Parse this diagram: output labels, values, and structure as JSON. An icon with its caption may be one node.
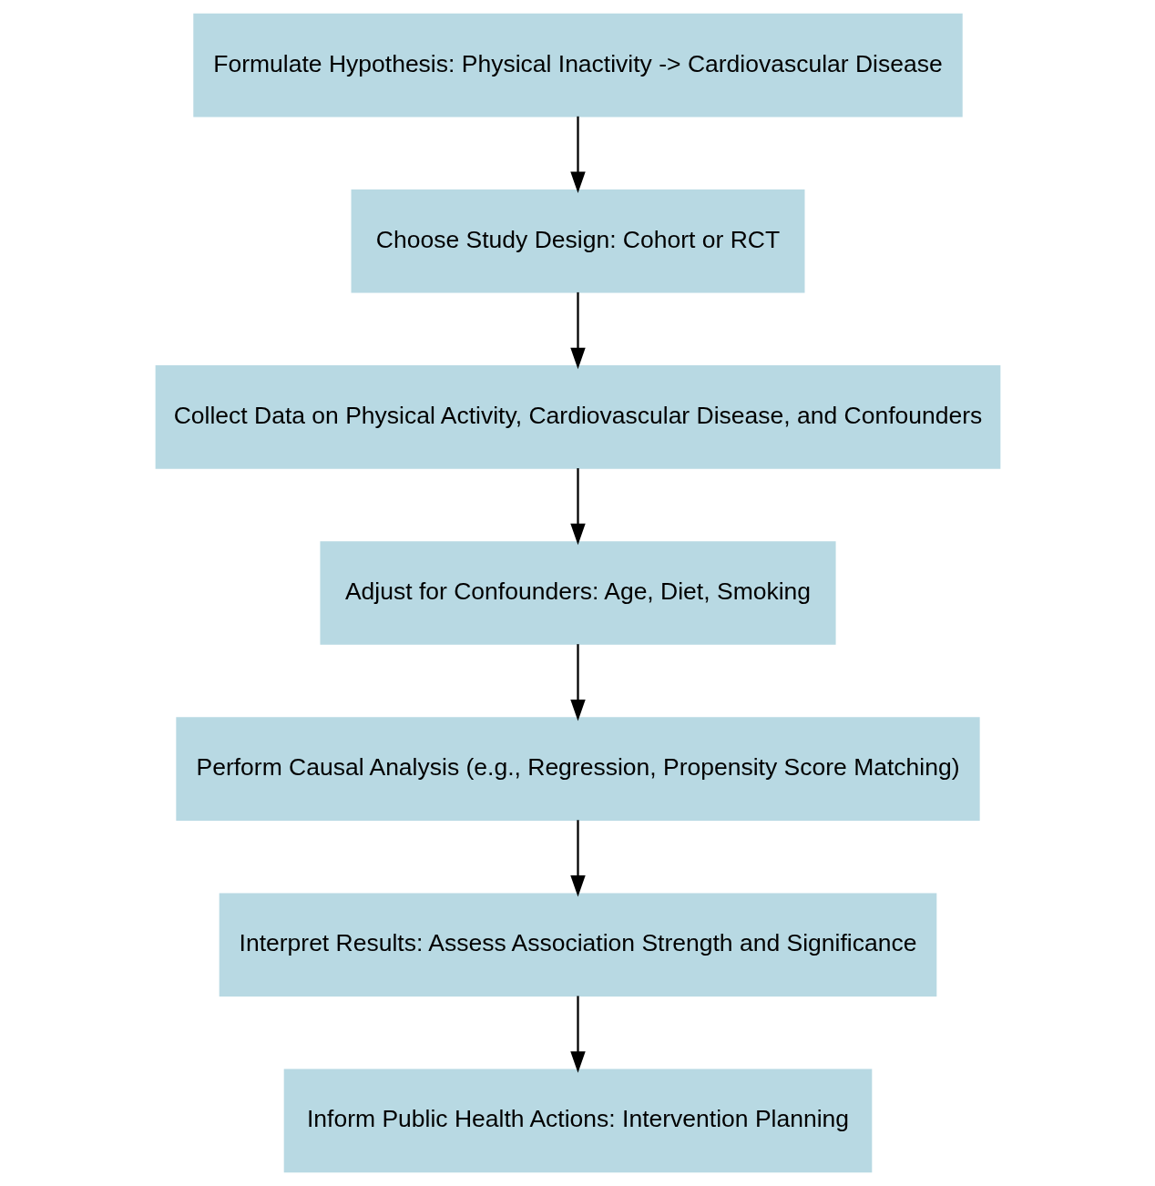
{
  "diagram": {
    "nodes": [
      {
        "text": [
          "Formulate Hypothesis: Physical Inactivity -> Cardiovascular Disease"
        ]
      },
      {
        "text": [
          "Choose Study Design: Cohort or RCT"
        ]
      },
      {
        "text": [
          "Collect Data on Physical Activity, Cardiovascular Disease, and Confounders"
        ]
      },
      {
        "text": [
          "Adjust for Confounders: Age, Diet, Smoking"
        ]
      },
      {
        "text": [
          "Perform Causal Analysis (e.g., Regression, Propensity Score Matching)"
        ]
      },
      {
        "text": [
          "Interpret Results: Assess Association Strength and Significance"
        ]
      },
      {
        "text": [
          "Inform Public Health Actions: Intervention Planning"
        ]
      }
    ],
    "edges": [
      {
        "from": 0,
        "to": 1,
        "arrow": "to"
      },
      {
        "from": 1,
        "to": 2,
        "arrow": "to"
      },
      {
        "from": 2,
        "to": 3,
        "arrow": "to"
      },
      {
        "from": 3,
        "to": 4,
        "arrow": "to"
      },
      {
        "from": 4,
        "to": 5,
        "arrow": "to"
      },
      {
        "from": 5,
        "to": 6,
        "arrow": "to"
      }
    ]
  }
}
